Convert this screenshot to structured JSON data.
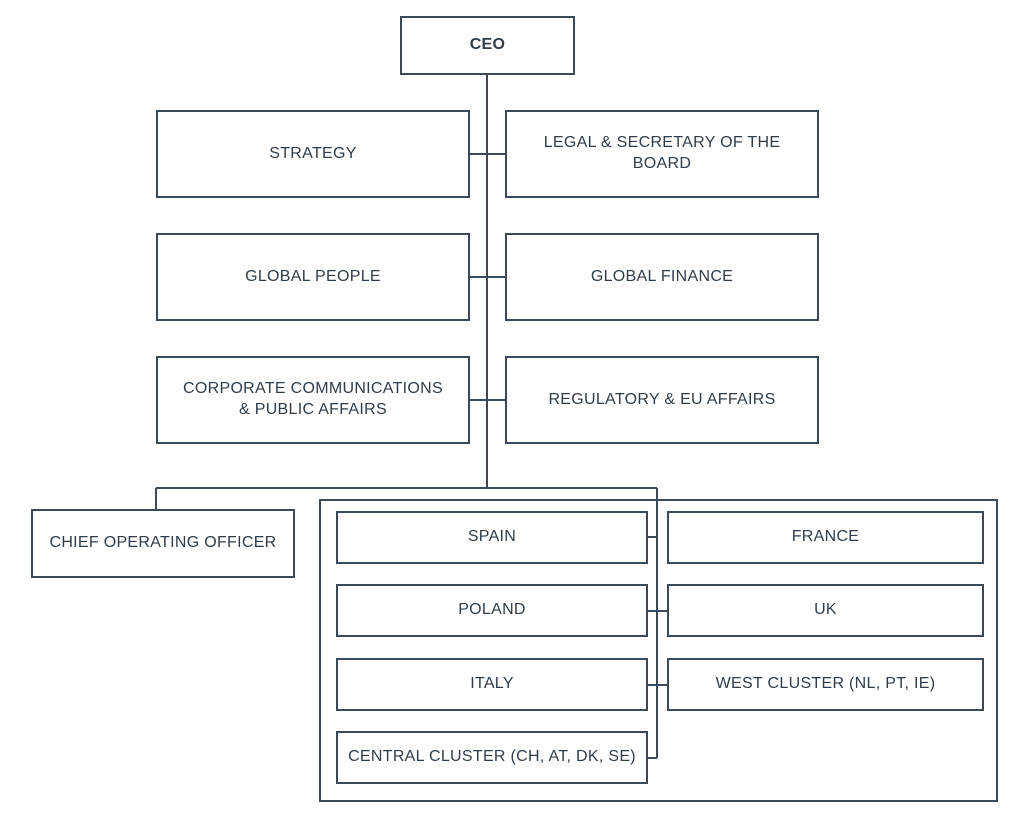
{
  "ceo": "CEO",
  "functions": {
    "strategy": "STRATEGY",
    "legal": "LEGAL & SECRETARY OF THE BOARD",
    "people": "GLOBAL PEOPLE",
    "finance": "GLOBAL FINANCE",
    "comms": "CORPORATE COMMUNICATIONS & PUBLIC AFFAIRS",
    "regulatory": "REGULATORY & EU AFFAIRS"
  },
  "coo": "CHIEF OPERATING OFFICER",
  "countries": {
    "spain": "SPAIN",
    "france": "FRANCE",
    "poland": "POLAND",
    "uk": "UK",
    "italy": "ITALY",
    "west_cluster": "WEST CLUSTER (NL, PT, IE)",
    "central_cluster": "CENTRAL CLUSTER (CH, AT, DK, SE)"
  }
}
